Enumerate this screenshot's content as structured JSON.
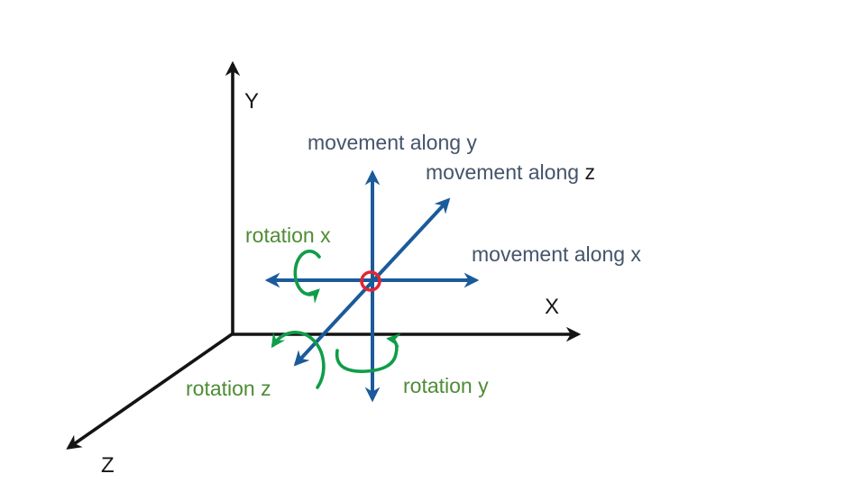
{
  "colors": {
    "background": "#ffffff",
    "axis_black": "#141414",
    "movement_arrow_blue": "#1b5a9b",
    "movement_label_slate": "#44546a",
    "movement_z_suffix_black": "#1a1a1a",
    "rotation_arrow_green": "#0f9d49",
    "rotation_label_green": "#4e8c35",
    "origin_red": "#e32531"
  },
  "labels": {
    "axis_x": "X",
    "axis_y": "Y",
    "axis_z": "Z",
    "movement_y": "movement along y",
    "movement_z_prefix": "movement along ",
    "movement_z_suffix": "z",
    "movement_x": "movement along x",
    "rotation_x": "rotation x",
    "rotation_z": "rotation z",
    "rotation_y": "rotation y"
  }
}
